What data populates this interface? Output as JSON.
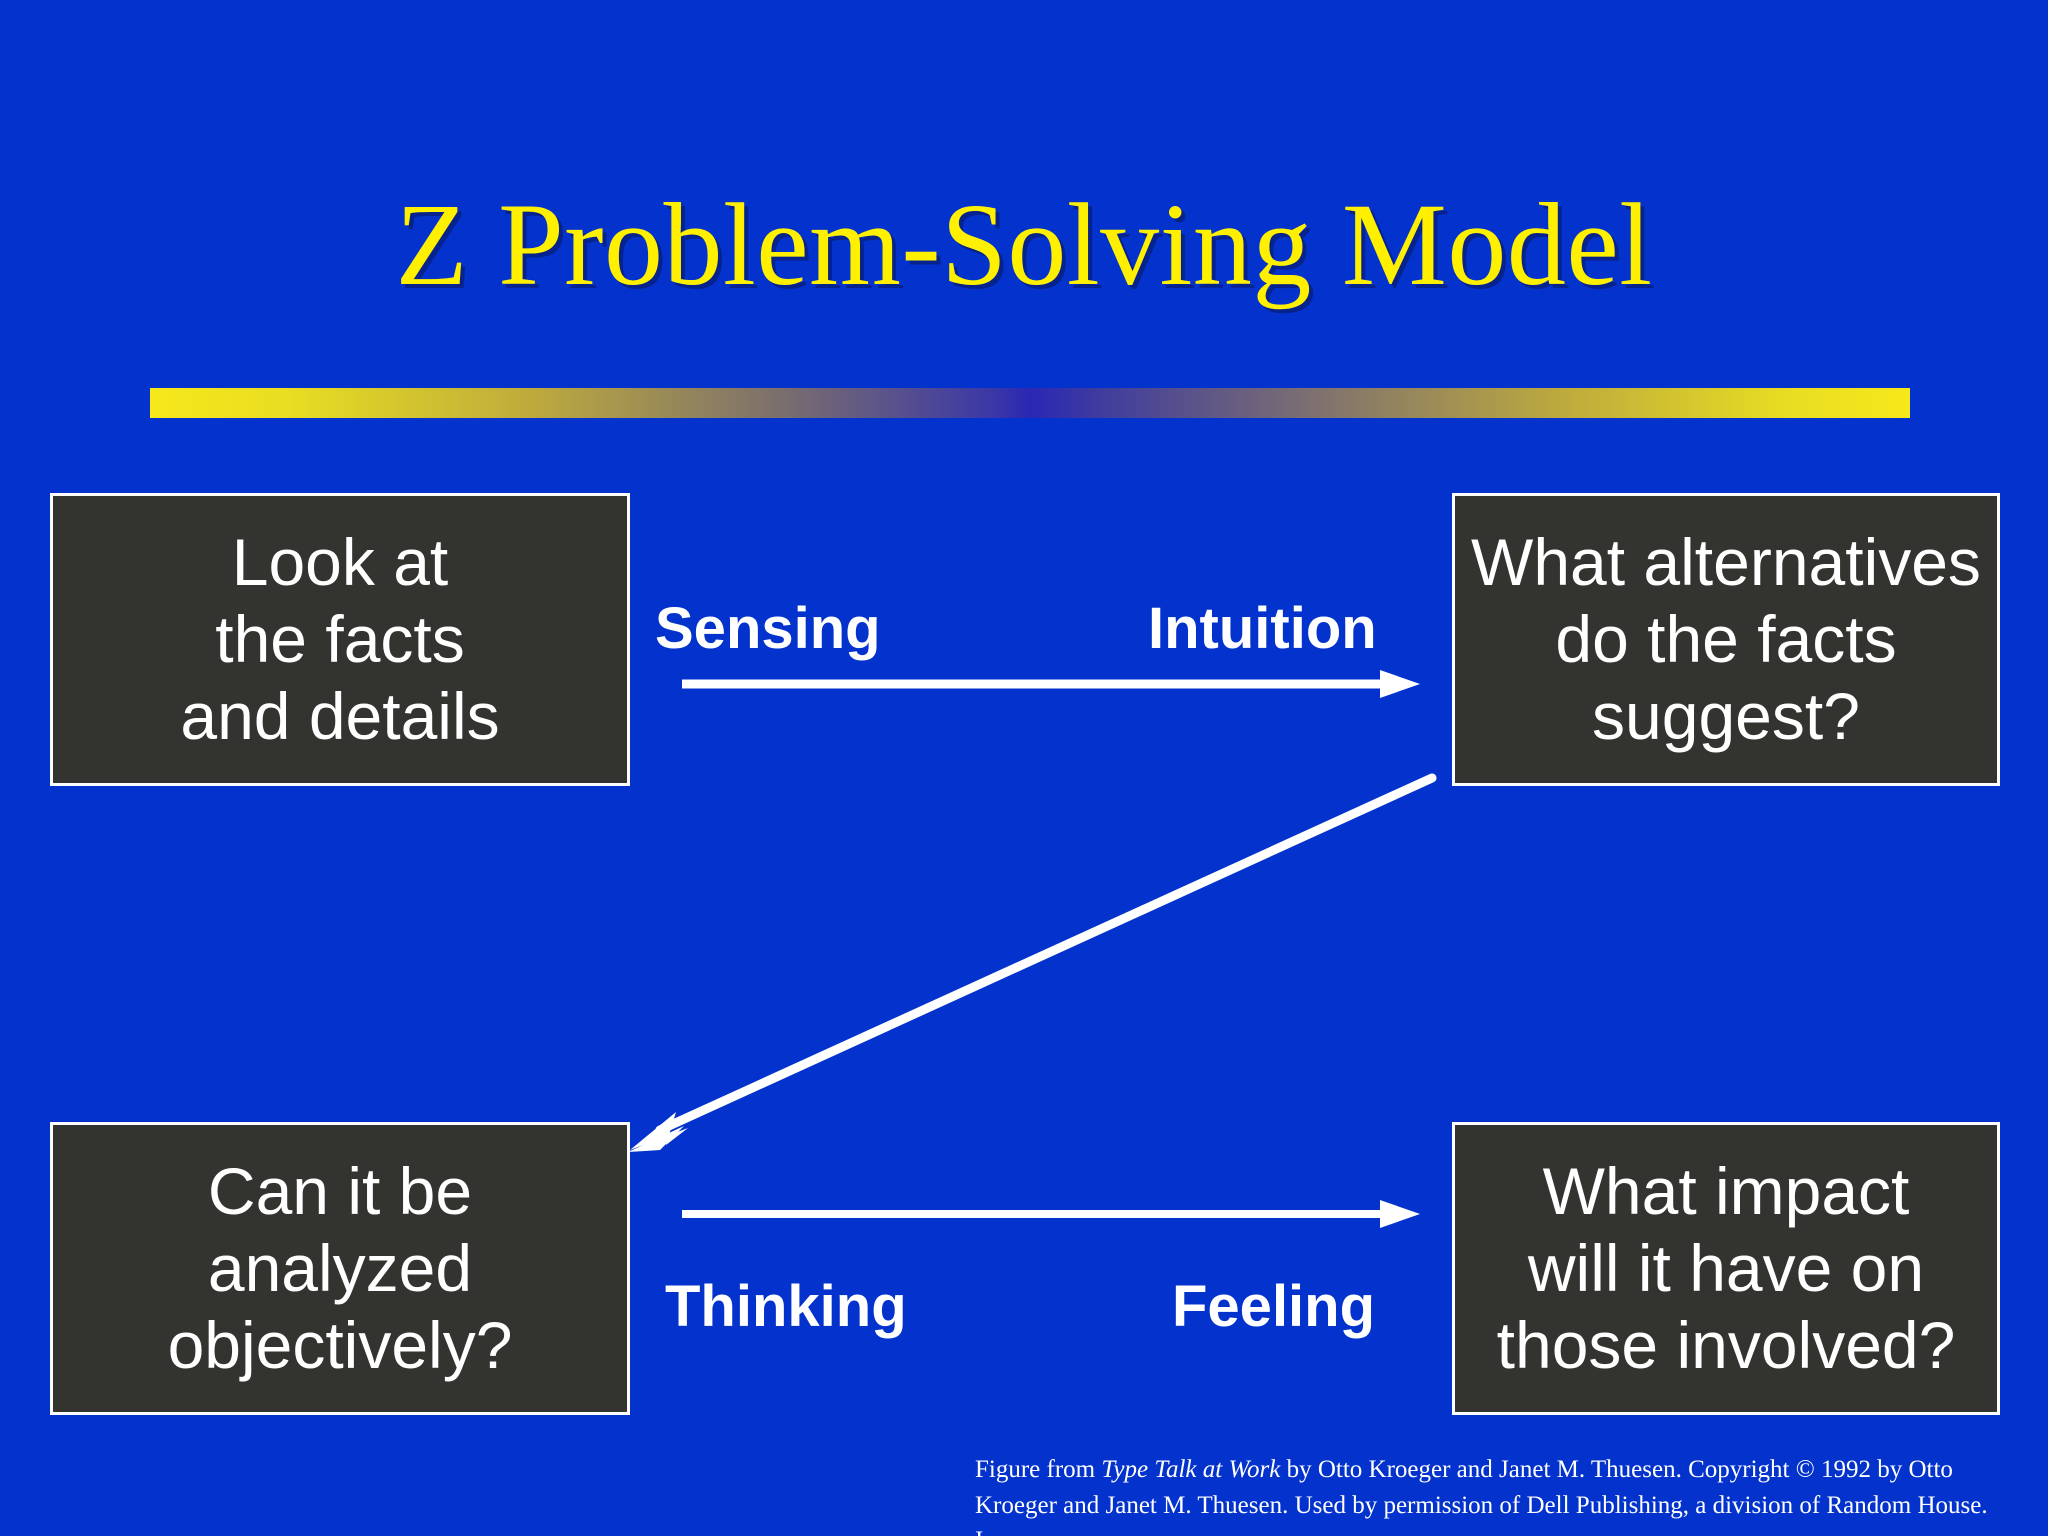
{
  "slide": {
    "title": "Z Problem-Solving Model",
    "background_color": "#0333CC",
    "title_color": "#FFF000",
    "box_fill_color": "#333330",
    "box_border_color": "#FFFFFF",
    "connector_color": "#FFFFFF"
  },
  "boxes": {
    "top_left": {
      "id": "look-at-facts",
      "text": "Look at\nthe facts\nand details"
    },
    "top_right": {
      "id": "what-alternatives",
      "text": "What alternatives\ndo the facts\nsuggest?"
    },
    "bottom_left": {
      "id": "analyzed-objectively",
      "text": "Can it be\nanalyzed\nobjectively?"
    },
    "bottom_right": {
      "id": "what-impact",
      "text": "What impact\nwill it have on\nthose involved?"
    }
  },
  "connectors": {
    "top": {
      "left_label": "Sensing",
      "right_label": "Intuition",
      "direction": "left-to-right"
    },
    "bottom": {
      "left_label": "Thinking",
      "right_label": "Feeling",
      "direction": "left-to-right"
    },
    "diagonal": {
      "direction": "top-right-to-bottom-left"
    }
  },
  "footer": {
    "part1": "Figure from ",
    "book_title": "Type Talk at Work",
    "part2": " by Otto Kroeger and Janet M. Thuesen.  Copyright  © 1992 by Otto Kroeger and Janet M. Thuesen.  Used by permission of Dell Publishing, a division of Random House. Inc."
  }
}
